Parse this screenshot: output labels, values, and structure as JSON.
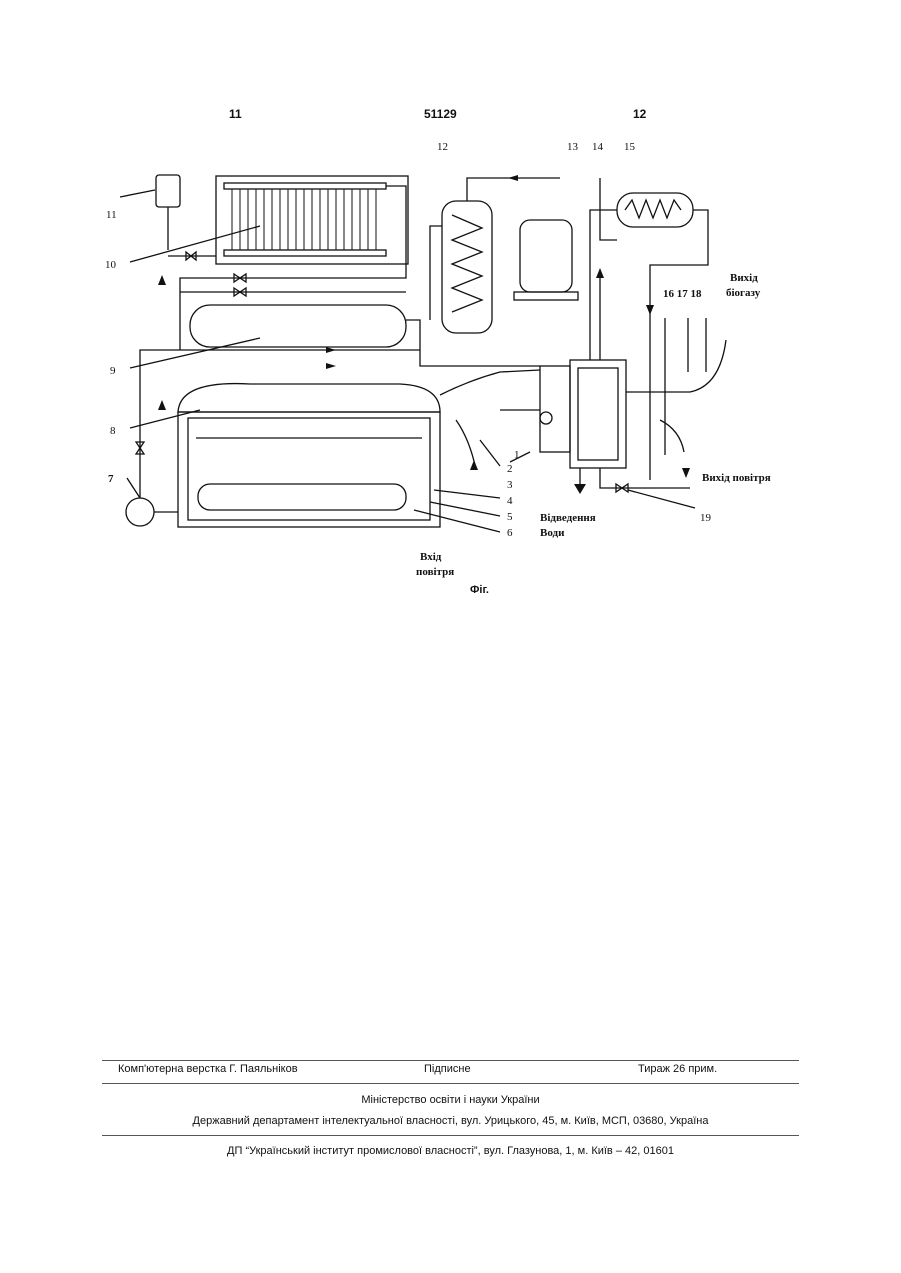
{
  "header": {
    "left": "11",
    "center": "51129",
    "right": "12"
  },
  "figure": {
    "caption": "Фіг.",
    "labels": {
      "n1": "1",
      "n2": "2",
      "n3": "3",
      "n4": "4",
      "n5": "5",
      "n6": "6",
      "n7": "7",
      "n8": "8",
      "n9": "9",
      "n10": "10",
      "n11": "11",
      "n12": "12",
      "n13": "13",
      "n14": "14",
      "n15": "15",
      "n16_18": "16 17 18",
      "n19": "19"
    },
    "text": {
      "biogas_out_1": "Вихід",
      "biogas_out_2": "біогазу",
      "air_out": "Вихід повітря",
      "water_drain_1": "Відведення",
      "water_drain_2": "Води",
      "air_in_1": "Вхід",
      "air_in_2": "повітря"
    }
  },
  "footer": {
    "layout": "Комп'ютерна верстка Г. Паяльніков",
    "signed": "Підписне",
    "circulation": "Тираж 26 прим.",
    "ministry": "Міністерство освіти і науки України",
    "department": "Державний департамент інтелектуальної власності, вул. Урицького, 45, м. Київ, МСП, 03680, Україна",
    "institute": "ДП “Український інститут промислової власності”, вул. Глазунова, 1, м. Київ – 42, 01601"
  }
}
